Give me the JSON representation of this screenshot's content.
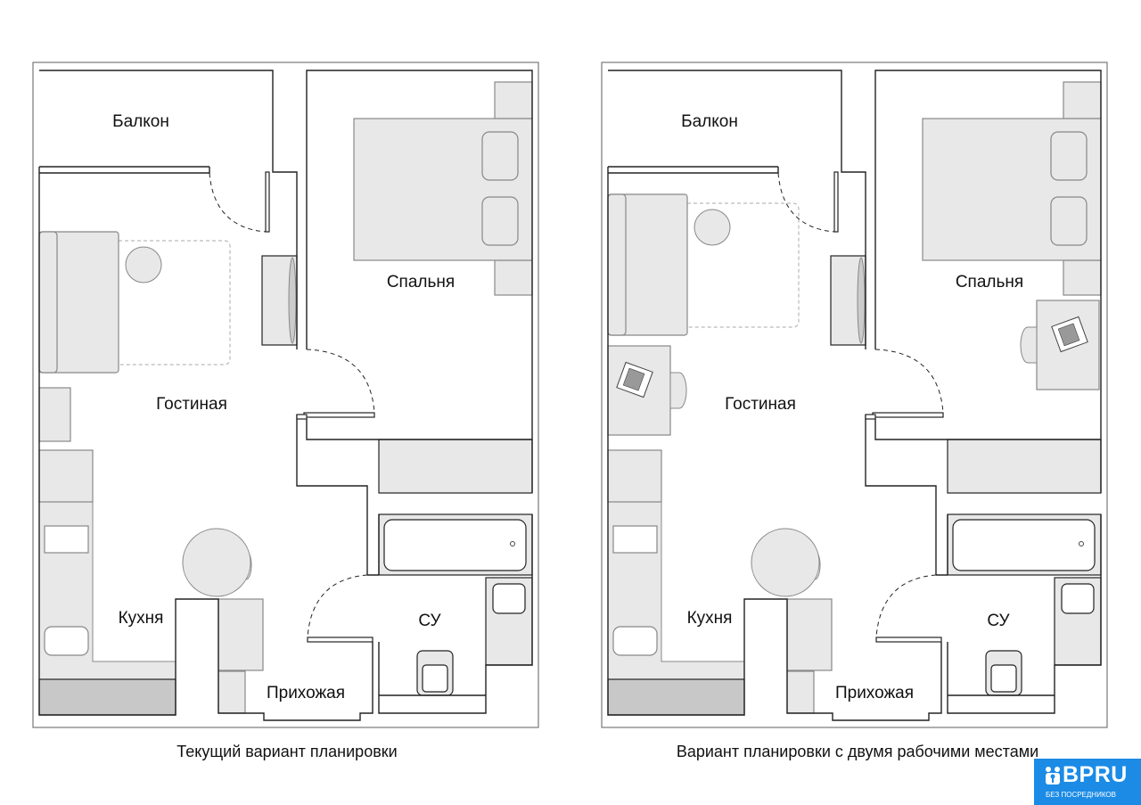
{
  "plans": [
    {
      "caption": "Текущий вариант планировки",
      "rooms": {
        "balcony": "Балкон",
        "bedroom": "Спальня",
        "living": "Гостиная",
        "kitchen": "Кухня",
        "hall": "Прихожая",
        "bathroom": "СУ"
      }
    },
    {
      "caption": "Вариант планировки с двумя рабочими местами",
      "rooms": {
        "balcony": "Балкон",
        "bedroom": "Спальня",
        "living": "Гостиная",
        "kitchen": "Кухня",
        "hall": "Прихожая",
        "bathroom": "СУ"
      }
    }
  ],
  "logo": {
    "brand": "BPRU",
    "tagline": "БЕЗ ПОСРЕДНИКОВ",
    "color": "#1b8be6"
  }
}
